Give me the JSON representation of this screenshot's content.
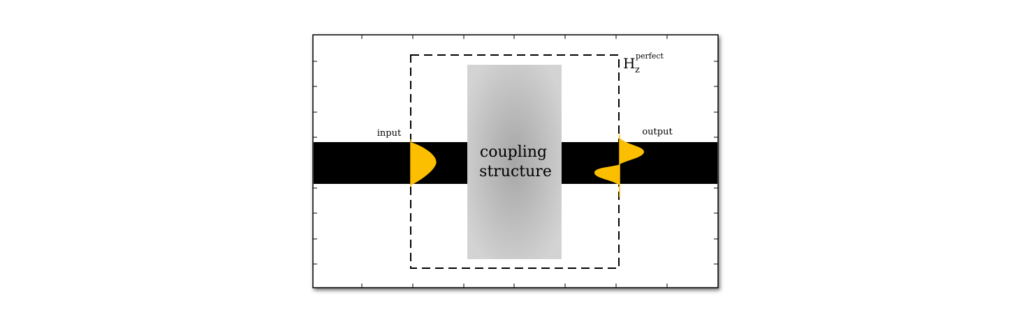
{
  "labels": {
    "input": "input",
    "output": "output",
    "coupling_line1": "coupling",
    "coupling_line2": "structure",
    "field_main": "H",
    "field_sub": "z",
    "field_sup": "perfect"
  },
  "colors": {
    "waveguide": "#000000",
    "mode": "#fbbf00",
    "frame": "#000000",
    "coupling_center": "#a6a6a6",
    "coupling_edge": "#d3d3d3"
  }
}
